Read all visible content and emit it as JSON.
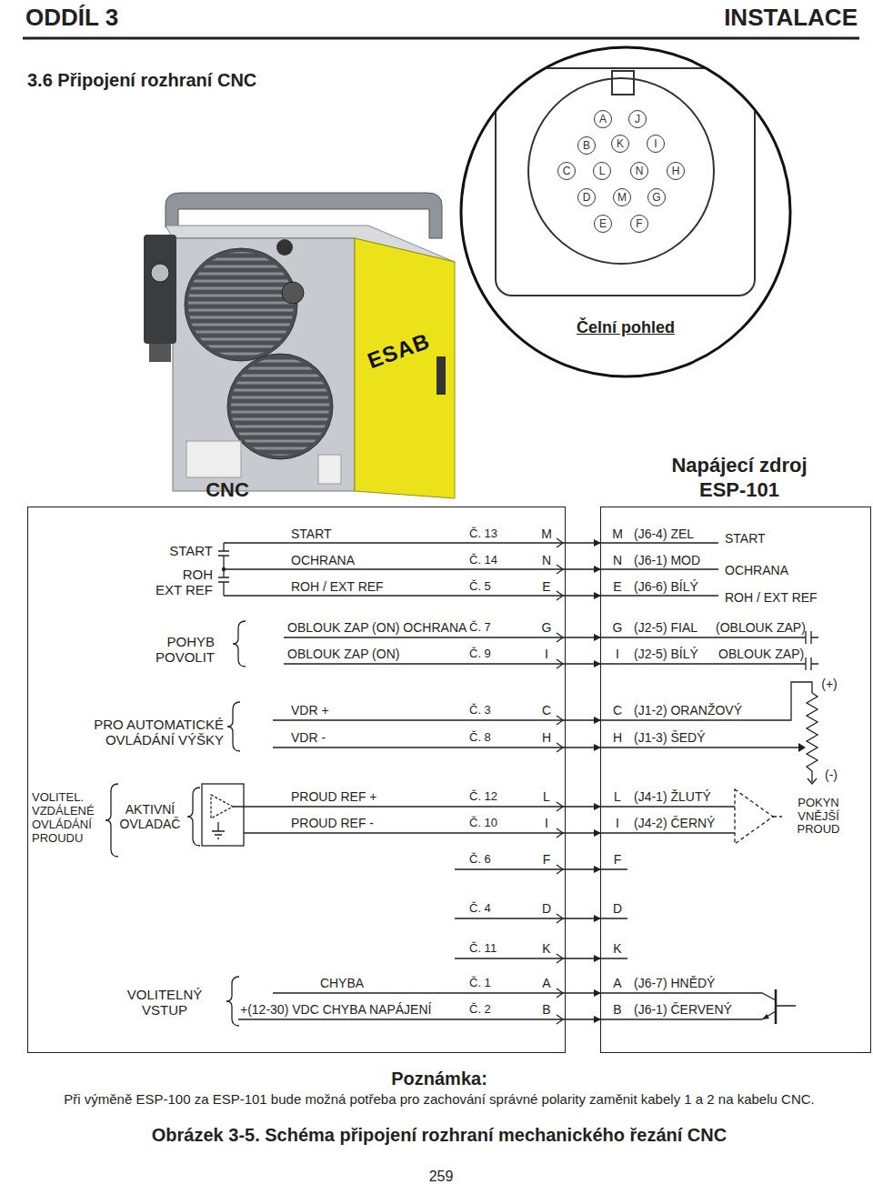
{
  "diagram": {
    "title": "3.6 Připojení rozhraní CNC",
    "caption": "Obrázek 3-5. Schéma připojení rozhraní mechanického řezání CNC",
    "nodes": [
      {
        "text": [
          "Čelní pohled"
        ]
      },
      {
        "text": [
          "A"
        ],
        "in": 0
      },
      {
        "text": [
          "J"
        ],
        "in": 0
      },
      {
        "text": [
          "B"
        ],
        "in": 0
      },
      {
        "text": [
          "K"
        ],
        "in": 0
      },
      {
        "text": [
          "I"
        ],
        "in": 0
      },
      {
        "text": [
          "C"
        ],
        "in": 0
      },
      {
        "text": [
          "L"
        ],
        "in": 0
      },
      {
        "text": [
          "N"
        ],
        "in": 0
      },
      {
        "text": [
          "H"
        ],
        "in": 0
      },
      {
        "text": [
          "D"
        ],
        "in": 0
      },
      {
        "text": [
          "M"
        ],
        "in": 0
      },
      {
        "text": [
          "G"
        ],
        "in": 0
      },
      {
        "text": [
          "E"
        ],
        "in": 0
      },
      {
        "text": [
          "F"
        ],
        "in": 0
      },
      {
        "text": [
          "CNC"
        ]
      },
      {
        "text": [
          "Napájecí zdroj ESP-101"
        ]
      }
    ],
    "edges": [
      {
        "from": 15,
        "to": 16,
        "arrow": "to"
      },
      {
        "from": 15,
        "to": 16,
        "arrow": "to"
      },
      {
        "from": 15,
        "to": 16,
        "arrow": "to"
      },
      {
        "from": 15,
        "to": 16,
        "arrow": "to"
      },
      {
        "from": 15,
        "to": 16,
        "arrow": "to"
      },
      {
        "from": 15,
        "to": 16,
        "arrow": "to"
      },
      {
        "from": 15,
        "to": 16,
        "arrow": "to"
      },
      {
        "from": 15,
        "to": 16,
        "arrow": "to"
      },
      {
        "from": 15,
        "to": 16,
        "arrow": "to"
      },
      {
        "from": 15,
        "to": 16,
        "arrow": "to"
      },
      {
        "from": 15,
        "to": 16,
        "arrow": "to"
      },
      {
        "from": 15,
        "to": 16,
        "arrow": "to"
      },
      {
        "from": 15,
        "to": 16,
        "arrow": "to"
      },
      {
        "from": 15,
        "to": 16,
        "arrow": "to"
      }
    ],
    "labels": [
      "ODDÍL 3",
      "INSTALACE",
      "ESAB",
      "START",
      "ROH",
      "EXT REF",
      "START",
      "OCHRANA",
      "ROH / EXT REF",
      "Č. 13",
      "M",
      "Č. 14",
      "N",
      "Č. 5",
      "E",
      "M",
      "(J6-4) ZEL",
      "N",
      "(J6-1) MOD",
      "E",
      "(J6-6) BÍLÝ",
      "START",
      "OCHRANA",
      "ROH / EXT REF",
      "POHYB POVOLIT",
      "OBLOUK ZAP (ON) OCHRANA",
      "Č. 7",
      "G",
      "OBLOUK ZAP (ON)",
      "Č. 9",
      "I",
      "G",
      "(J2-5) FIAL",
      "(OBLOUK ZAP)",
      "I",
      "(J2-5) BÍLÝ",
      "OBLOUK ZAP)",
      "PRO AUTOMATICKÉ OVLÁDÁNÍ VÝŠKY",
      "VDR +",
      "Č. 3",
      "C",
      "VDR -",
      "Č. 8",
      "H",
      "C",
      "(J1-2) ORANŽOVÝ",
      "H",
      "(J1-3) ŠEDÝ",
      "(+)",
      "(-)",
      "VOLITEL. VZDÁLENÉ OVLÁDÁNÍ PROUDU",
      "AKTIVNÍ OVLADAČ",
      "PROUD REF +",
      "Č. 12",
      "L",
      "PROUD REF -",
      "Č. 10",
      "I",
      "L",
      "(J4-1) ŽLUTÝ",
      "I",
      "(J4-2) ČERNÝ",
      "POKYN VNĚJŠÍ PROUD",
      "Č. 6",
      "F",
      "F",
      "Č. 4",
      "D",
      "D",
      "Č. 11",
      "K",
      "K",
      "VOLITELNÝ VSTUP",
      "CHYBA",
      "Č. 1",
      "A",
      "+(12-30) VDC CHYBA NAPÁJENÍ",
      "Č. 2",
      "B",
      "A",
      "(J6-7) HNĚDÝ",
      "B",
      "(J6-1) ČERVENÝ",
      "Poznámka:",
      "Při výměně ESP-100 za ESP-101 bude možná potřeba pro zachování správné polarity zaměnit kabely 1 a 2 na kabelu CNC.",
      "259"
    ]
  }
}
